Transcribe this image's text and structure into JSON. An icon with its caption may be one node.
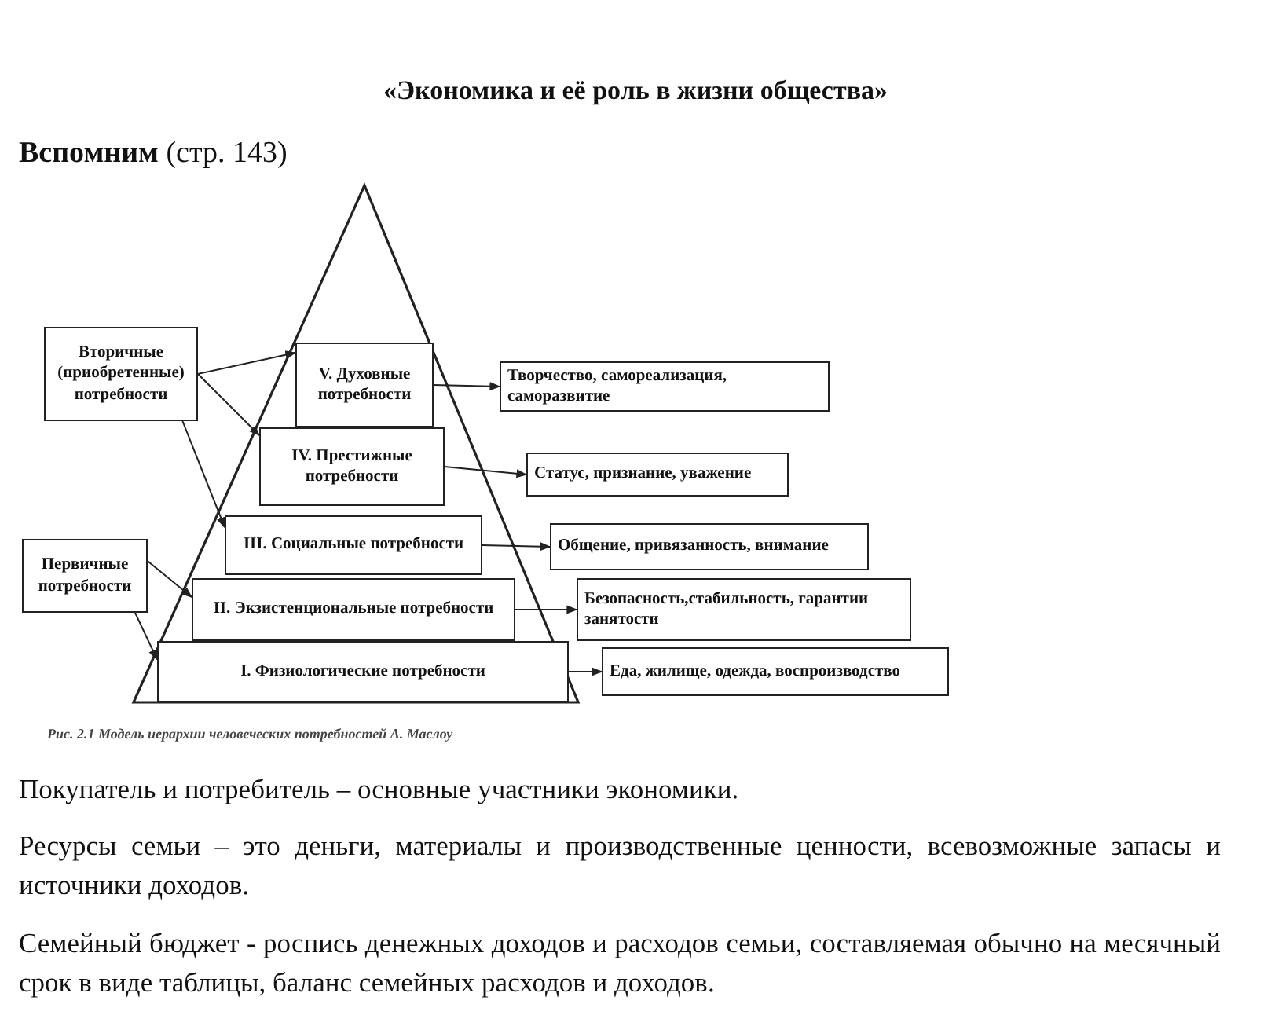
{
  "diagram": {
    "title": "«Экономика и её роль в жизни общества»",
    "caption": "Рис. 2.1 Модель иерархии человеческих потребностей А. Маслоу",
    "nodes": [
      {
        "text": [
          "Вторичные (приобретенные) потребности"
        ]
      },
      {
        "text": [
          "V. Духовные потребности"
        ]
      },
      {
        "text": [
          "Творчество, самореализация, саморазвитие"
        ]
      },
      {
        "text": [
          "IV. Престижные потребности"
        ]
      },
      {
        "text": [
          "Статус, признание, уважение"
        ]
      },
      {
        "text": [
          "III. Социальные потребности"
        ]
      },
      {
        "text": [
          "Общение, привязанность, внимание"
        ]
      },
      {
        "text": [
          "Первичные потребности"
        ]
      },
      {
        "text": [
          "II. Экзистенциональные потребности"
        ]
      },
      {
        "text": [
          "Безопасность,стабильность, гарантии занятости"
        ]
      },
      {
        "text": [
          "I. Физиологические потребности"
        ]
      },
      {
        "text": [
          "Еда, жилище, одежда, воспроизводство"
        ]
      }
    ],
    "edges": [
      {
        "from": 0,
        "to": 1,
        "arrow": "to"
      },
      {
        "from": 0,
        "to": 3,
        "arrow": "to"
      },
      {
        "from": 0,
        "to": 5,
        "arrow": "to"
      },
      {
        "from": 7,
        "to": 8,
        "arrow": "to"
      },
      {
        "from": 7,
        "to": 10,
        "arrow": "to"
      },
      {
        "from": 1,
        "to": 2,
        "arrow": "to"
      },
      {
        "from": 3,
        "to": 4,
        "arrow": "to"
      },
      {
        "from": 5,
        "to": 6,
        "arrow": "to"
      },
      {
        "from": 8,
        "to": 9,
        "arrow": "to"
      },
      {
        "from": 10,
        "to": 11,
        "arrow": "to"
      }
    ],
    "labels": [
      "**Вспомним** (стр. 143)",
      "Покупатель и потребитель – основные участники экономики.",
      "Ресурсы семьи – это деньги, материалы и производственные ценности, всевозможные запасы и источники доходов.",
      "Семейный бюджет - роспись денежных доходов и расходов семьи, составляемая обычно на месячный срок в виде таблицы, баланс семейных расходов и доходов."
    ]
  }
}
